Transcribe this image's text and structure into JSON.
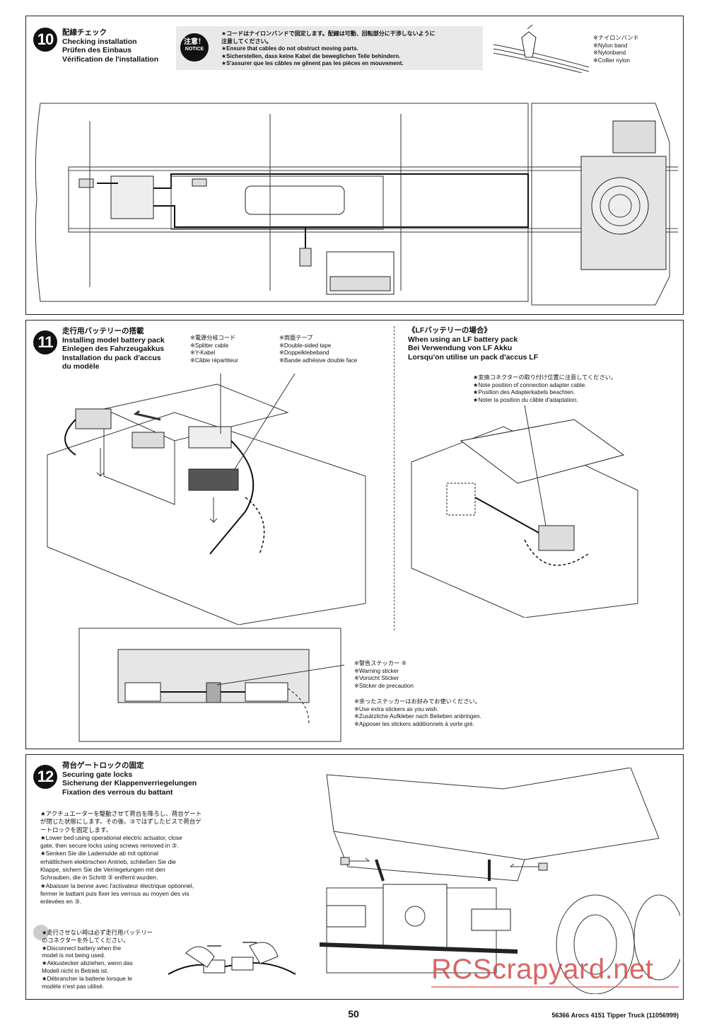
{
  "step10": {
    "number": "10",
    "title": [
      "配線チェック",
      "Checking installation",
      "Prüfen des Einbaus",
      "Vérification de l'installation"
    ],
    "caution_badge": [
      "注意！",
      "NOTICE"
    ],
    "caution_text": [
      "★コードはナイロンバンドで固定します。配線は可動、回転部分に干渉しないように",
      "注意してください。",
      "★Ensure that cables do not obstruct moving parts.",
      "★Sicherstellen, dass keine Kabel die beweglichen Teile behindern.",
      "★S'assurer que les câbles ne gênent pas les pièces en mouvement."
    ],
    "nylon_label": [
      "※ナイロンバンド",
      "※Nylon band",
      "※Nylonband",
      "※Collier nylon"
    ]
  },
  "step11": {
    "number": "11",
    "title": [
      "走行用バッテリーの搭載",
      "Installing model battery pack",
      "Einlegen des Fahrzeugakkus",
      "Installation du pack d'accus",
      "du modèle"
    ],
    "splitter_label": [
      "※電源分岐コード",
      "※Splitter cable",
      "※Y-Kabel",
      "※Câble répartiteur"
    ],
    "tape_label": [
      "※両面テープ",
      "※Double-sided tape",
      "※Doppelklebeband",
      "※Bande adhésive double face"
    ],
    "lf_title": [
      "《LFバッテリーの場合》",
      "When using an LF battery pack",
      "Bei Verwendung von LF Akku",
      "Lorsqu'on utilise un pack d'accus LF"
    ],
    "lf_note": [
      "★変換コネクターの取り付け位置に注意してください。",
      "★Note position of connection adapter cable.",
      "★Position des Adapterkabels beachten.",
      "★Noter la position du câble d'adaptation."
    ],
    "sticker_label": [
      "※警告ステッカー ⑨",
      "※Warning sticker",
      "※Vorsicht Sticker",
      "※Sticker de precaution"
    ],
    "extra_note": [
      "※余ったステッカーはお好みでお使いください。",
      "※Use extra stickers as you wish.",
      "※Zusätzliche Aufkleber nach Belieben anbringen.",
      "※Apposer les stickers additionnels à vorte gré."
    ]
  },
  "step12": {
    "number": "12",
    "title": [
      "荷台ゲートロックの固定",
      "Securing gate locks",
      "Sicherung der Klappenverriegelungen",
      "Fixation des verrous du battant"
    ],
    "instructions": [
      "★アクチュエーターを駆動させて荷台を降ろし、荷台ゲート",
      "が閉じた状態にします。その後、③ではずしたビスで荷台ゲ",
      "ートロックを固定します。",
      "★Lower bed using operational electric actuator, close",
      "gate, then secure locks using screws removed in ③.",
      "★Senken Sie die Lademulde ab mit optional",
      "erhältlichem elektrischen Antrieb, schließen Sie die",
      "Klappe, sichern Sie die Verriegelungen mit den",
      "Schrauben, die in Schritt ③ entfernt wurden.",
      "★Abaisser la benne avec l'activateur électrique optionnel,",
      "fermer le battant puis fixer les verrous au moyen des vis",
      "enlevées en ③."
    ],
    "battery_note": [
      "★走行させない時は必ず走行用バッテリー",
      "のコネクターを外してください。",
      "★Disconnect battery when the",
      "model is not being used.",
      "★Akkustecker abziehen, wenn das",
      "Modell nicht in Betrieb ist.",
      "★Débrancher la batterie lorsque le",
      "modèle n'est pas utilisé."
    ]
  },
  "footer": {
    "page": "50",
    "title": "56366 Arocs 4151 Tipper Truck (11056999)"
  },
  "watermark": "RCScrapyard.net"
}
